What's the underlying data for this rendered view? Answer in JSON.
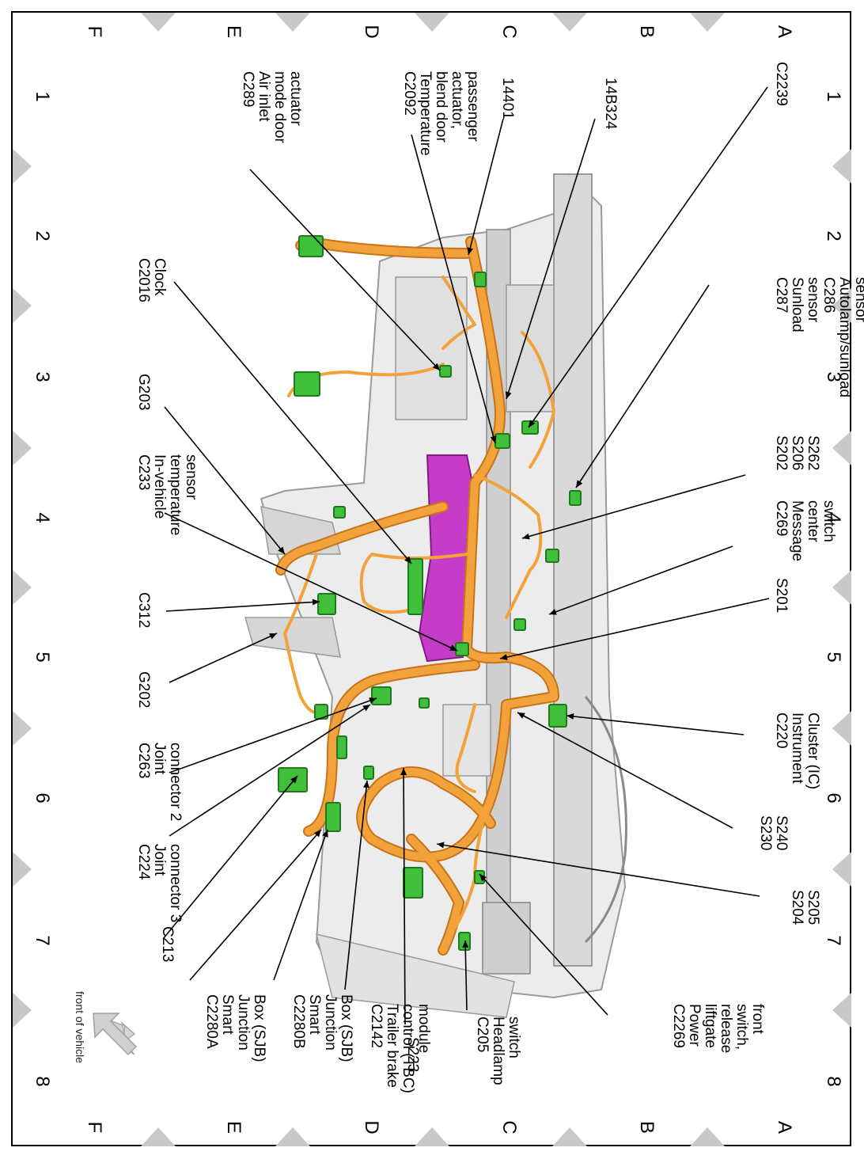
{
  "colors": {
    "harness": "#f2a23a",
    "harness_edge": "#c9741a",
    "connector": "#3fbf3a",
    "connector_edge": "#1f7a1c",
    "module": "#c73bc9",
    "frame": "#d9d9d9",
    "border_tri": "#c8c8c8"
  },
  "grid": {
    "numbers": [
      "1",
      "2",
      "3",
      "4",
      "5",
      "6",
      "7",
      "8"
    ],
    "letters": [
      "A",
      "B",
      "C",
      "D",
      "E",
      "F"
    ]
  },
  "labels": {
    "c2239": "C2239",
    "b14b324": "14B324",
    "c14401": "14401",
    "c2092": [
      "C2092",
      "Temperature",
      "blend door",
      "actuator,",
      "passenger"
    ],
    "c289": [
      "C289",
      "Air inlet",
      "mode door",
      "actuator"
    ],
    "c287": [
      "C287",
      "Sunload",
      "sensor",
      "C286",
      "Autolamp/sunload",
      "sensor"
    ],
    "c2016": [
      "C2016",
      "Clock"
    ],
    "s202": [
      "S202",
      "S206",
      "S262"
    ],
    "g203": "G203",
    "c269": [
      "C269",
      "Message",
      "center",
      "switch"
    ],
    "c233": [
      "C233",
      "In-vehicle",
      "temperature",
      "sensor"
    ],
    "s201": "S201",
    "c312": "C312",
    "g202": "G202",
    "c220": [
      "C220",
      "Instrument",
      "Cluster (IC)"
    ],
    "c263": [
      "C263",
      "Joint",
      "connector 2"
    ],
    "s230": [
      "S230",
      "S240"
    ],
    "c224": [
      "C224",
      "Joint",
      "connector 3"
    ],
    "s204": [
      "S204",
      "S205"
    ],
    "c213": "C213",
    "c2280a": [
      "C2280A",
      "Smart",
      "Junction",
      "Box (SJB)"
    ],
    "c2280b": [
      "C2280B",
      "Smart",
      "Junction",
      "Box (SJB)"
    ],
    "c2142": [
      "C2142",
      "Trailer brake",
      "control (TBC)",
      "module"
    ],
    "s223": "S223",
    "c205": [
      "C205",
      "Headlamp",
      "switch"
    ],
    "c2269": [
      "C2269",
      "Power",
      "liftgate",
      "release",
      "switch,",
      "front"
    ]
  },
  "front_of_vehicle": "front of vehicle",
  "icons": {
    "direction_arrow": "front-of-vehicle-arrow-icon"
  }
}
